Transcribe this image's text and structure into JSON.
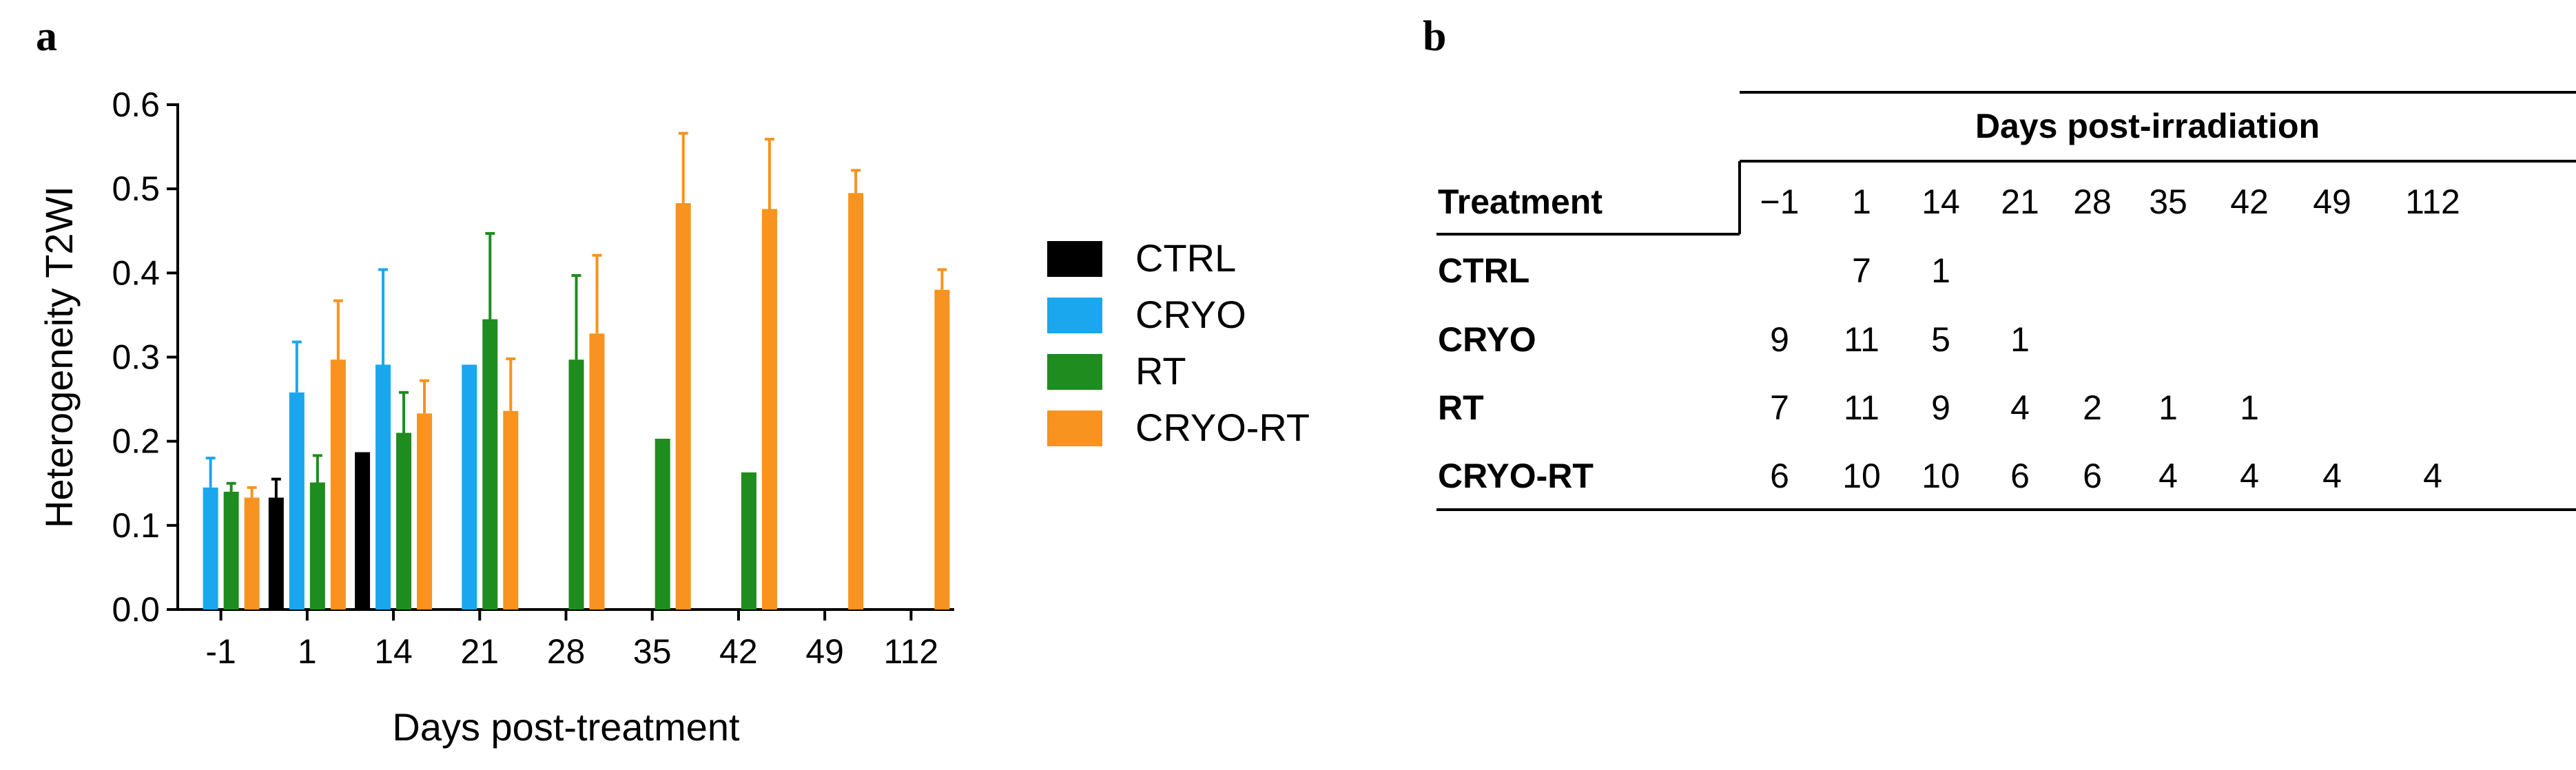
{
  "panel_a_letter": "a",
  "panel_b_letter": "b",
  "chart_data": {
    "type": "bar",
    "xlabel": "Days post-treatment",
    "ylabel": "Heterogeneity T2WI",
    "ylim": [
      0,
      0.6
    ],
    "yticks": [
      "0.0",
      "0.1",
      "0.2",
      "0.3",
      "0.4",
      "0.5",
      "0.6"
    ],
    "categories": [
      "-1",
      "1",
      "14",
      "21",
      "28",
      "35",
      "42",
      "49",
      "112"
    ],
    "legend_position": "right",
    "series": [
      {
        "name": "CTRL",
        "color": "#000000",
        "values": [
          null,
          0.133,
          0.187,
          null,
          null,
          null,
          null,
          null,
          null
        ],
        "errors": [
          null,
          0.022,
          null,
          null,
          null,
          null,
          null,
          null,
          null
        ]
      },
      {
        "name": "CRYO",
        "color": "#1aa7ee",
        "values": [
          0.145,
          0.258,
          0.291,
          0.291,
          null,
          null,
          null,
          null,
          null
        ],
        "errors": [
          0.035,
          0.06,
          0.113,
          null,
          null,
          null,
          null,
          null,
          null
        ]
      },
      {
        "name": "RT",
        "color": "#1e8c1e",
        "values": [
          0.14,
          0.151,
          0.21,
          0.345,
          0.297,
          0.203,
          0.163,
          null,
          null
        ],
        "errors": [
          0.01,
          0.032,
          0.048,
          0.102,
          0.1,
          null,
          null,
          null,
          null
        ]
      },
      {
        "name": "CRYO-RT",
        "color": "#f7931e",
        "values": [
          0.133,
          0.297,
          0.233,
          0.236,
          0.328,
          0.483,
          0.476,
          0.495,
          0.38
        ],
        "errors": [
          0.012,
          0.07,
          0.039,
          0.062,
          0.093,
          0.083,
          0.083,
          0.027,
          0.024
        ]
      }
    ]
  },
  "table": {
    "super_header": "Days post-irradiation",
    "treatment_header": "Treatment",
    "day_headers": [
      "−1",
      "1",
      "14",
      "21",
      "28",
      "35",
      "42",
      "49",
      "112"
    ],
    "rows": [
      {
        "label": "CTRL",
        "cells": [
          "",
          "7",
          "1",
          "",
          "",
          "",
          "",
          "",
          ""
        ]
      },
      {
        "label": "CRYO",
        "cells": [
          "9",
          "11",
          "5",
          "1",
          "",
          "",
          "",
          "",
          ""
        ]
      },
      {
        "label": "RT",
        "cells": [
          "7",
          "11",
          "9",
          "4",
          "2",
          "1",
          "1",
          "",
          ""
        ]
      },
      {
        "label": "CRYO-RT",
        "cells": [
          "6",
          "10",
          "10",
          "6",
          "6",
          "4",
          "4",
          "4",
          "4"
        ]
      }
    ]
  }
}
